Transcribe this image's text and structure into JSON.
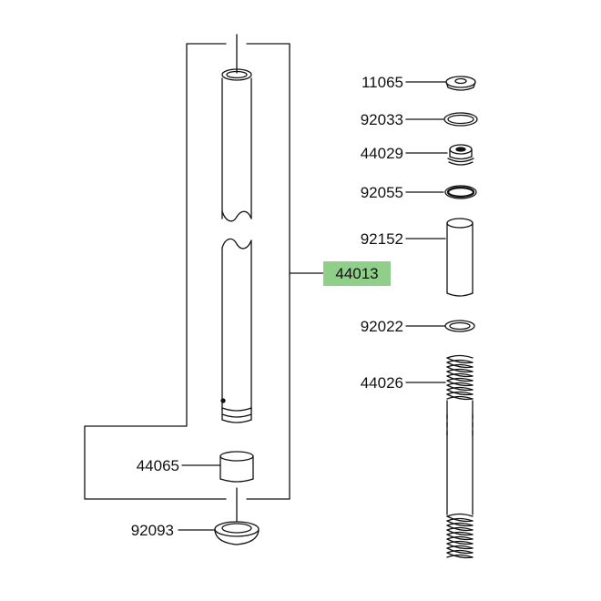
{
  "diagram": {
    "highlight_color": "#8fcf8a",
    "line_color": "#111111",
    "parts": [
      {
        "number": "11065",
        "shape": "cap-bolt-icon"
      },
      {
        "number": "92033",
        "shape": "o-ring-icon"
      },
      {
        "number": "44029",
        "shape": "collar-icon"
      },
      {
        "number": "92055",
        "shape": "o-ring-icon"
      },
      {
        "number": "92152",
        "shape": "spacer-pipe-icon"
      },
      {
        "number": "92022",
        "shape": "washer-icon"
      },
      {
        "number": "44026",
        "shape": "fork-spring-icon"
      },
      {
        "number": "44065",
        "shape": "bushing-icon"
      },
      {
        "number": "92093",
        "shape": "oil-seal-icon"
      }
    ],
    "assembly": {
      "number": "44013",
      "highlighted": true,
      "shape": "inner-tube-icon"
    }
  }
}
